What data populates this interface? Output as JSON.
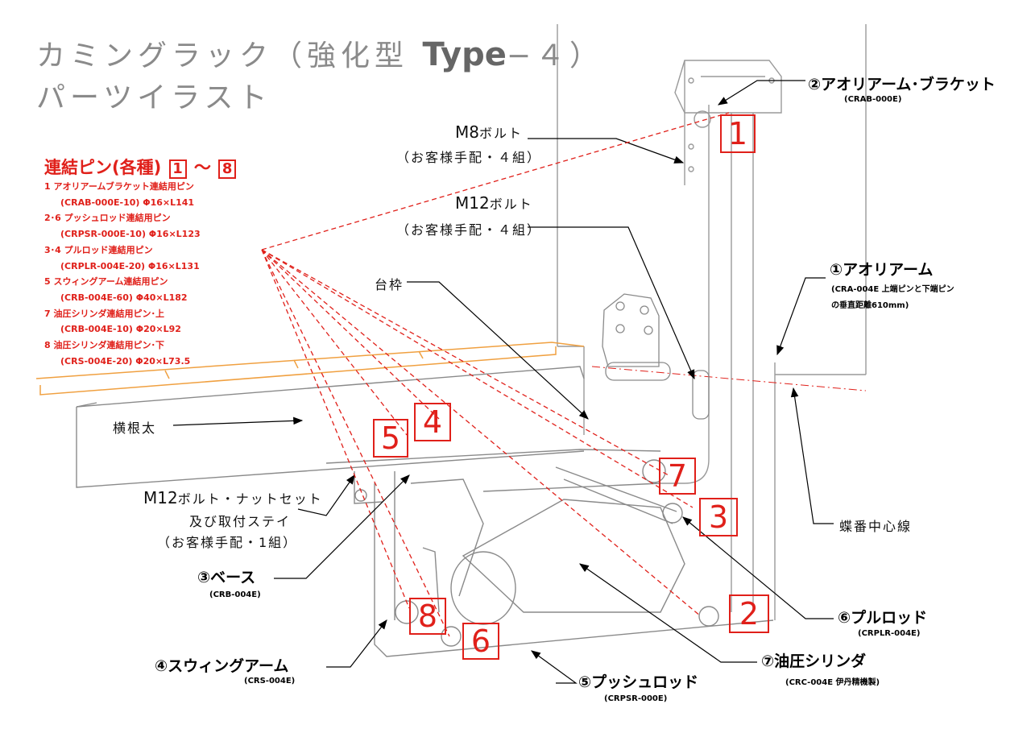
{
  "title": {
    "line1": "カミングラック（強化型 ",
    "type_label": "Type",
    "line1_suffix": "−４）",
    "line2": "パーツイラスト"
  },
  "pins": {
    "header": "連結ピン(各種)",
    "range_start": "1",
    "range_sep": "～",
    "range_end": "8",
    "items": [
      {
        "name": "1  アオリアームブラケット連結用ピン",
        "spec": "(CRAB-000E-10)  Φ16×L141"
      },
      {
        "name": "2･6  プッシュロッド連結用ピン",
        "spec": "(CRPSR-000E-10)  Φ16×L123"
      },
      {
        "name": "3･4  プルロッド連結用ピン",
        "spec": "(CRPLR-004E-20)  Φ16×L131"
      },
      {
        "name": "5  スウィングアーム連結用ピン",
        "spec": "(CRB-004E-60)  Φ40×L182"
      },
      {
        "name": "7  油圧シリンダ連結用ピン･上",
        "spec": "(CRB-004E-10)  Φ20×L92"
      },
      {
        "name": "8  油圧シリンダ連結用ピン･下",
        "spec": "(CRS-004E-20)  Φ20×L73.5"
      }
    ]
  },
  "parts": {
    "bracket": {
      "name": "②アオリアーム･ブラケット",
      "code": "(CRAB-000E)"
    },
    "arm": {
      "name": "①アオリアーム",
      "code": "(CRA-004E  上端ピンと下端ピン",
      "code2": "の垂直距離610mm)"
    },
    "base": {
      "name": "③ベース",
      "code": "(CRB-004E)"
    },
    "swing": {
      "name": "④スウィングアーム",
      "code": "(CRS-004E)"
    },
    "push": {
      "name": "⑤プッシュロッド",
      "code": "(CRPSR-000E)"
    },
    "pull": {
      "name": "⑥プルロッド",
      "code": "(CRPLR-004E)"
    },
    "cyl": {
      "name": "⑦油圧シリンダ",
      "code": "(CRC-004E  伊丹精機製)"
    }
  },
  "notes": {
    "m8_head": "M",
    "m8_num": "8",
    "m8_tail": "ボルト",
    "m8_sub": "（お客様手配・４組）",
    "m12_head": "M",
    "m12_num": "12",
    "m12_tail": "ボルト",
    "m12_sub": "（お客様手配・４組）",
    "frame": "台枠",
    "beam": "横根太",
    "m12set_head": "M",
    "m12set_num": "12",
    "m12set_tail": "ボルト・ナットセット",
    "m12set_l2": "及び取付ステイ",
    "m12set_l3": "（お客様手配・1組）",
    "hinge": "蝶番中心線"
  },
  "callouts": [
    "1",
    "2",
    "3",
    "4",
    "5",
    "6",
    "7",
    "8"
  ],
  "colors": {
    "accent_red": "#e0201a",
    "deck_orange": "#f0a040",
    "line_gray": "#888888"
  }
}
